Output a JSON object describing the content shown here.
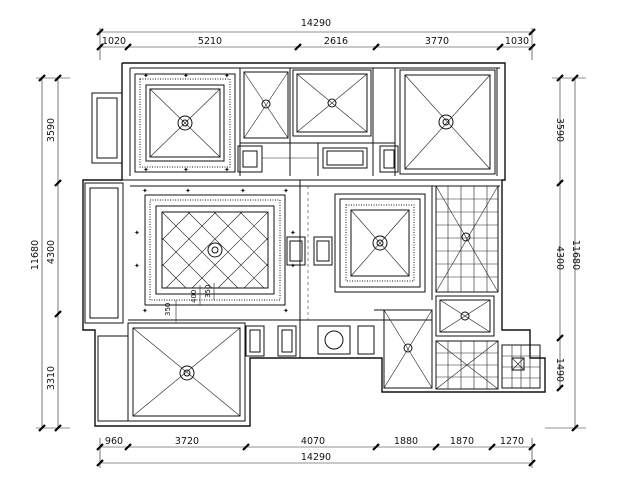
{
  "drawing": {
    "top_dims": {
      "total": "14290",
      "segments": [
        "1020",
        "5210",
        "2616",
        "3770",
        "1030"
      ]
    },
    "bottom_dims": {
      "total": "14290",
      "segments": [
        "960",
        "3720",
        "4070",
        "1880",
        "1870",
        "1270"
      ]
    },
    "left_dims": {
      "total": "11680",
      "segments": [
        "3590",
        "4300",
        "3310"
      ]
    },
    "right_dims": {
      "total": "11680",
      "segments": [
        "3590",
        "4300",
        "1490"
      ]
    },
    "inner_labels": [
      "350",
      "400",
      "350"
    ]
  }
}
